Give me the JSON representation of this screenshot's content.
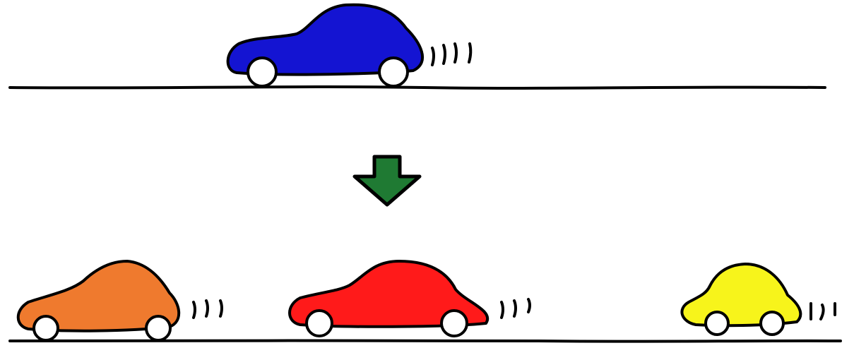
{
  "top": {
    "car": {
      "color": "blue",
      "fill": "#1414d2"
    }
  },
  "transition_arrow": {
    "fill": "#1f7a33",
    "direction": "down"
  },
  "bottom": {
    "cars": [
      {
        "color": "orange",
        "fill": "#ef7a2e"
      },
      {
        "color": "red",
        "fill": "#ff1a1a"
      },
      {
        "color": "yellow",
        "fill": "#f7f41b"
      }
    ]
  },
  "stroke_color": "#000000",
  "wheel_fill": "#ffffff"
}
